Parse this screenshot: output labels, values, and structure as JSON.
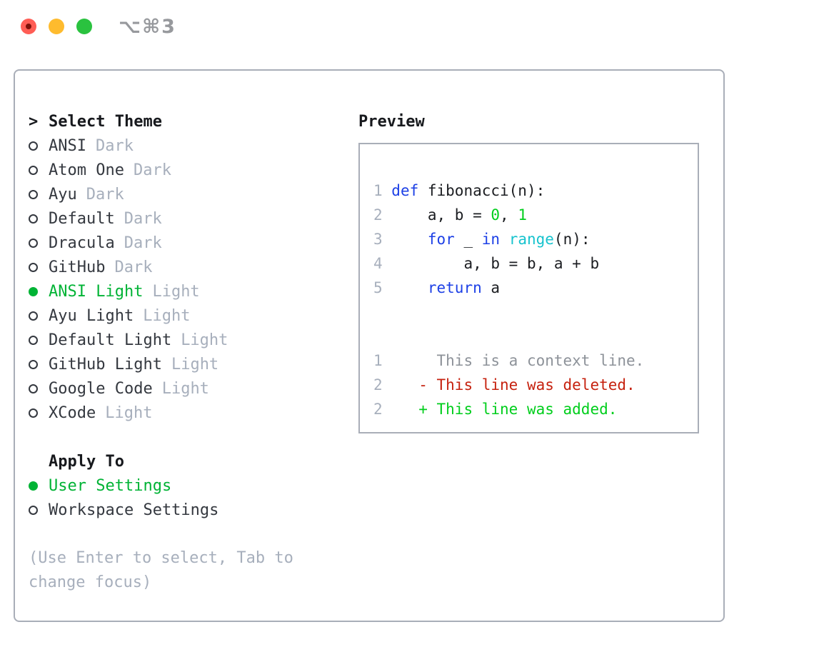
{
  "window": {
    "title": "⌥⌘3",
    "traffic_lights": {
      "close": "close-button",
      "minimize": "minimize-button",
      "zoom": "zoom-button"
    }
  },
  "theme_selector": {
    "heading_marker": ">",
    "heading": "Select Theme",
    "items": [
      {
        "name": "ANSI",
        "tag": "Dark",
        "selected": false
      },
      {
        "name": "Atom One",
        "tag": "Dark",
        "selected": false
      },
      {
        "name": "Ayu",
        "tag": "Dark",
        "selected": false
      },
      {
        "name": "Default",
        "tag": "Dark",
        "selected": false
      },
      {
        "name": "Dracula",
        "tag": "Dark",
        "selected": false
      },
      {
        "name": "GitHub",
        "tag": "Dark",
        "selected": false
      },
      {
        "name": "ANSI Light",
        "tag": "Light",
        "selected": true
      },
      {
        "name": "Ayu Light",
        "tag": "Light",
        "selected": false
      },
      {
        "name": "Default Light",
        "tag": "Light",
        "selected": false
      },
      {
        "name": "GitHub Light",
        "tag": "Light",
        "selected": false
      },
      {
        "name": "Google Code",
        "tag": "Light",
        "selected": false
      },
      {
        "name": "XCode",
        "tag": "Light",
        "selected": false
      }
    ]
  },
  "apply_to": {
    "heading": "Apply To",
    "items": [
      {
        "name": "User Settings",
        "selected": true
      },
      {
        "name": "Workspace Settings",
        "selected": false
      }
    ]
  },
  "help_text": "(Use Enter to select, Tab to\nchange focus)",
  "preview": {
    "heading": "Preview",
    "lines": [
      [
        {
          "t": "1 ",
          "c": "num"
        },
        {
          "t": "def",
          "c": "kw"
        },
        {
          "t": " fibonacci(n):",
          "c": "fg"
        }
      ],
      [
        {
          "t": "2 ",
          "c": "num"
        },
        {
          "t": "    a, b = ",
          "c": "fg"
        },
        {
          "t": "0",
          "c": "lit"
        },
        {
          "t": ", ",
          "c": "fg"
        },
        {
          "t": "1",
          "c": "lit"
        }
      ],
      [
        {
          "t": "3 ",
          "c": "num"
        },
        {
          "t": "    ",
          "c": "fg"
        },
        {
          "t": "for",
          "c": "kw"
        },
        {
          "t": " _ ",
          "c": "fg"
        },
        {
          "t": "in",
          "c": "kw"
        },
        {
          "t": " ",
          "c": "fg"
        },
        {
          "t": "range",
          "c": "cyn"
        },
        {
          "t": "(n):",
          "c": "fg"
        }
      ],
      [
        {
          "t": "4 ",
          "c": "num"
        },
        {
          "t": "        a, b = b, a + b",
          "c": "fg"
        }
      ],
      [
        {
          "t": "5 ",
          "c": "num"
        },
        {
          "t": "    ",
          "c": "fg"
        },
        {
          "t": "return",
          "c": "kw"
        },
        {
          "t": " a",
          "c": "fg"
        }
      ],
      [],
      [],
      [
        {
          "t": "1",
          "c": "num"
        },
        {
          "t": "      This is a context line.",
          "c": "ctx"
        }
      ],
      [
        {
          "t": "2",
          "c": "num"
        },
        {
          "t": "    ",
          "c": "fg"
        },
        {
          "t": "- This line was deleted.",
          "c": "del"
        }
      ],
      [
        {
          "t": "2",
          "c": "num"
        },
        {
          "t": "    ",
          "c": "fg"
        },
        {
          "t": "+ This line was added.",
          "c": "add"
        }
      ]
    ]
  },
  "colors": {
    "heading": "#17191d",
    "fg": "#34383f",
    "codefg": "#1b1d21",
    "muted": "#a7afbc",
    "ctxgray": "#8d9299",
    "green": "#00b335",
    "addgreen": "#00ce1c",
    "blue": "#1d40e6",
    "cyan": "#17c3ce",
    "red": "#c6220f",
    "border": "#a9aeb8",
    "titlegray": "#97999d"
  }
}
